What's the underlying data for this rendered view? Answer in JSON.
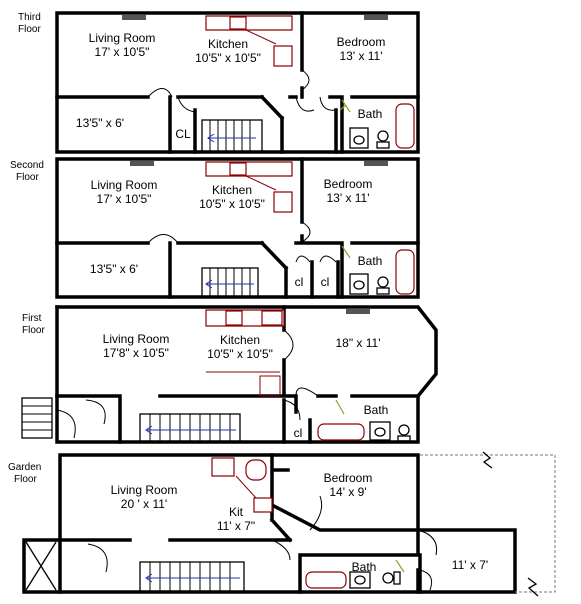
{
  "floors": [
    {
      "label_line1": "Third",
      "label_line2": "Floor",
      "rooms": {
        "living": {
          "name": "Living Room",
          "size": "17' x 10'5\""
        },
        "kitchen": {
          "name": "Kitchen",
          "size": "10'5\" x 10'5\""
        },
        "bedroom": {
          "name": "Bedroom",
          "size": "13' x 11'"
        },
        "small": {
          "size": "13'5\" x 6'"
        },
        "closet": {
          "name": "CL"
        },
        "bath": {
          "name": "Bath"
        }
      }
    },
    {
      "label_line1": "Second",
      "label_line2": "Floor",
      "rooms": {
        "living": {
          "name": "Living Room",
          "size": "17' x 10'5\""
        },
        "kitchen": {
          "name": "Kitchen",
          "size": "10'5\" x 10'5\""
        },
        "bedroom": {
          "name": "Bedroom",
          "size": "13' x 11'"
        },
        "small": {
          "size": "13'5\" x 6'"
        },
        "closet_a": {
          "name": "cl"
        },
        "closet_b": {
          "name": "cl"
        },
        "bath": {
          "name": "Bath"
        }
      }
    },
    {
      "label_line1": "First",
      "label_line2": "Floor",
      "rooms": {
        "living": {
          "name": "Living Room",
          "size": "17'8\" x 10'5\""
        },
        "kitchen": {
          "name": "Kitchen",
          "size": "10'5\" x 10'5\""
        },
        "front": {
          "size": "18\" x 11'"
        },
        "closet": {
          "name": "cl"
        },
        "bath": {
          "name": "Bath"
        }
      }
    },
    {
      "label_line1": "Garden",
      "label_line2": "Floor",
      "rooms": {
        "living": {
          "name": "Living Room",
          "size": "20 ' x 11'"
        },
        "kit": {
          "name": "Kit",
          "size": "11' x 7\""
        },
        "bedroom": {
          "name": "Bedroom",
          "size": "14' x 9'"
        },
        "bath": {
          "name": "Bath"
        },
        "rear": {
          "size": "11' x 7'"
        }
      }
    }
  ]
}
